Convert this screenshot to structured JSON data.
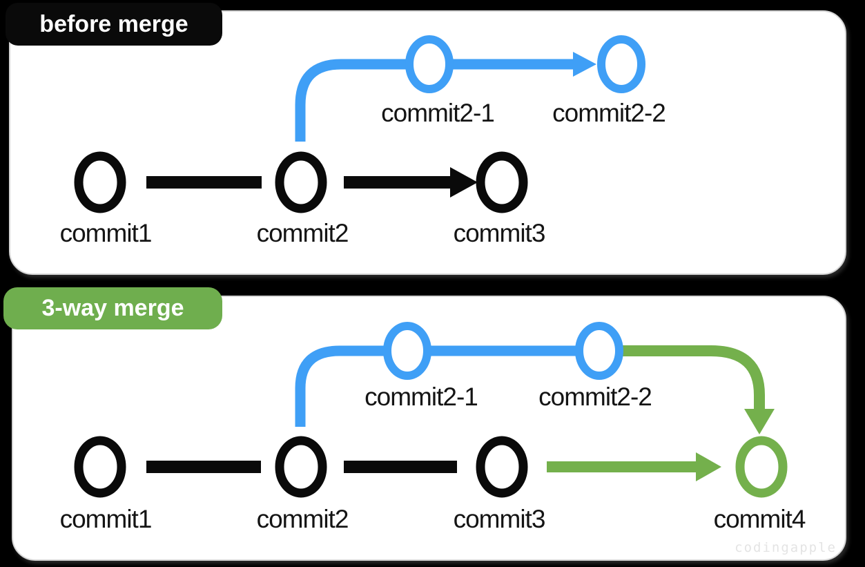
{
  "colors": {
    "background": "#000000",
    "panel_bg": "#ffffff",
    "panel_border": "#d5d5d5",
    "node_black": "#0a0a0a",
    "branch_blue": "#3f9ff6",
    "merge_green": "#74b04c",
    "badge_before_bg": "#0a0a0a",
    "badge_merge_bg": "#6fae4e",
    "badge_text": "#ffffff",
    "label_text": "#141414",
    "watermark_text": "#e4e4e4"
  },
  "panels": [
    {
      "badge": "before merge",
      "nodes": {
        "commit1": "commit1",
        "commit2": "commit2",
        "commit3": "commit3",
        "commit2_1": "commit2-1",
        "commit2_2": "commit2-2"
      },
      "branches": {
        "main": [
          "commit1",
          "commit2",
          "commit3"
        ],
        "feature": [
          "commit2-1",
          "commit2-2"
        ]
      },
      "edges": [
        {
          "from": "commit1",
          "to": "commit2",
          "style": "line",
          "color": "black"
        },
        {
          "from": "commit2",
          "to": "commit3",
          "style": "arrow",
          "color": "black"
        },
        {
          "from": "commit2",
          "to": "commit2-1",
          "style": "branch-curve",
          "color": "blue"
        },
        {
          "from": "commit2-1",
          "to": "commit2-2",
          "style": "arrow",
          "color": "blue"
        }
      ]
    },
    {
      "badge": "3-way merge",
      "nodes": {
        "commit1": "commit1",
        "commit2": "commit2",
        "commit3": "commit3",
        "commit4": "commit4",
        "commit2_1": "commit2-1",
        "commit2_2": "commit2-2"
      },
      "branches": {
        "main": [
          "commit1",
          "commit2",
          "commit3",
          "commit4"
        ],
        "feature": [
          "commit2-1",
          "commit2-2"
        ]
      },
      "merge_commit": "commit4",
      "edges": [
        {
          "from": "commit1",
          "to": "commit2",
          "style": "line",
          "color": "black"
        },
        {
          "from": "commit2",
          "to": "commit3",
          "style": "line",
          "color": "black"
        },
        {
          "from": "commit2",
          "to": "commit2-1",
          "style": "branch-curve",
          "color": "blue"
        },
        {
          "from": "commit2-1",
          "to": "commit2-2",
          "style": "line",
          "color": "blue"
        },
        {
          "from": "commit2-2",
          "to": "commit4",
          "style": "merge-curve-arrow",
          "color": "green"
        },
        {
          "from": "commit3",
          "to": "commit4",
          "style": "arrow",
          "color": "green"
        }
      ]
    }
  ],
  "watermark": "codingapple"
}
